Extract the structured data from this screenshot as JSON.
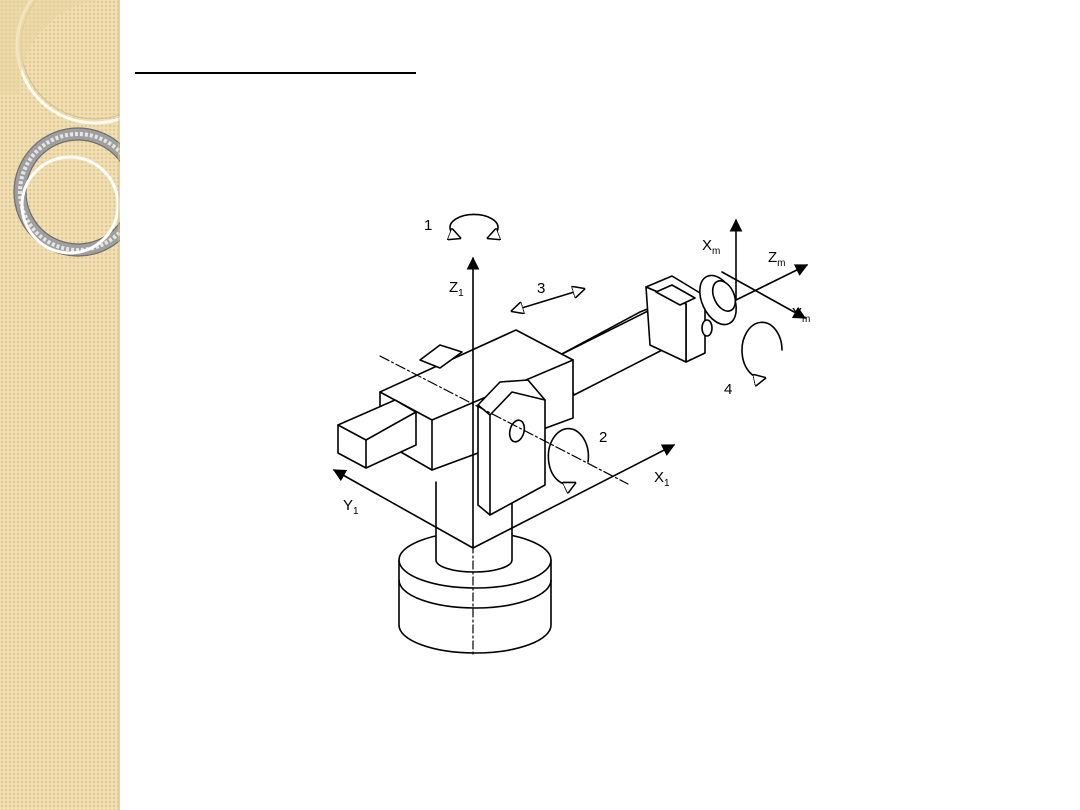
{
  "slide": {
    "colors": {
      "sidebar": "#f1e1b6",
      "ring": "#a7a7a7",
      "line": "#000000"
    }
  },
  "diagram": {
    "labels": {
      "rotation_1": "1",
      "rotation_2": "2",
      "translation_3": "3",
      "rotation_4": "4",
      "z1_main": "Z",
      "z1_sub": "1",
      "y1_main": "Y",
      "y1_sub": "1",
      "x1_main": "X",
      "x1_sub": "1",
      "xm_main": "X",
      "xm_sub": "m",
      "zm_main": "Z",
      "zm_sub": "m",
      "ym_main": "Y",
      "ym_sub": "m"
    }
  }
}
